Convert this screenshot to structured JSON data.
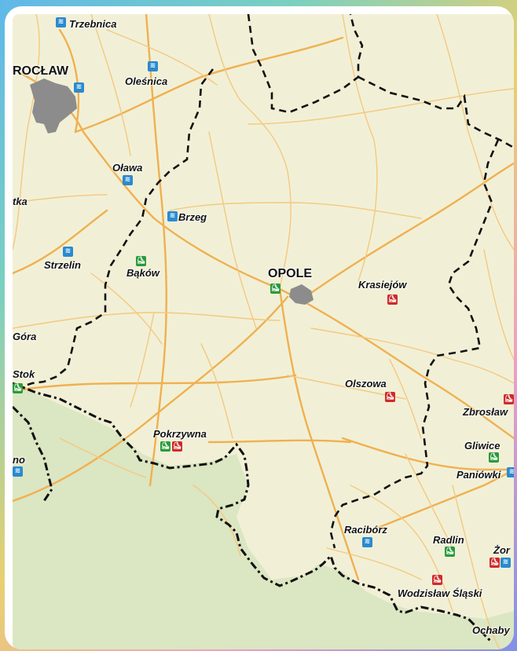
{
  "colors": {
    "land": "#f1f0d6",
    "mountain": "#dbe6c2",
    "road_major": "#f0b050",
    "road_minor": "#f5c880",
    "city_fill": "#8c8c8c",
    "border": "#111111",
    "icon_blue": "#2a8ad0",
    "icon_green": "#2a9a3a",
    "icon_red": "#d02a2a"
  },
  "places": [
    {
      "id": "trzebnica",
      "label": "Trzebnica",
      "style": "town",
      "icons": [
        "blue"
      ]
    },
    {
      "id": "wroclaw",
      "label": "ROCŁAW",
      "style": "city",
      "icons": []
    },
    {
      "id": "olesnica",
      "label": "Oleśnica",
      "style": "town",
      "icons": [
        "blue"
      ]
    },
    {
      "id": "olawa",
      "label": "Oława",
      "style": "town",
      "icons": [
        "blue"
      ]
    },
    {
      "id": "sobotka",
      "label": "tka",
      "style": "town",
      "icons": []
    },
    {
      "id": "brzeg",
      "label": "Brzeg",
      "style": "town",
      "icons": [
        "blue"
      ]
    },
    {
      "id": "strzelin",
      "label": "Strzelin",
      "style": "town",
      "icons": [
        "blue"
      ]
    },
    {
      "id": "bakow",
      "label": "Bąków",
      "style": "town",
      "icons": [
        "green"
      ]
    },
    {
      "id": "opole",
      "label": "OPOLE",
      "style": "city",
      "icons": [
        "green"
      ]
    },
    {
      "id": "krasiejow",
      "label": "Krasiejów",
      "style": "town",
      "icons": [
        "red"
      ]
    },
    {
      "id": "gora",
      "label": "Góra",
      "style": "town",
      "icons": []
    },
    {
      "id": "stok",
      "label": "Stok",
      "style": "town",
      "icons": [
        "green"
      ]
    },
    {
      "id": "olszowa",
      "label": "Olszowa",
      "style": "town",
      "icons": [
        "red"
      ]
    },
    {
      "id": "zbroslaw",
      "label": "Zbrosław",
      "style": "town",
      "icons": [
        "red"
      ]
    },
    {
      "id": "pokrzywna",
      "label": "Pokrzywna",
      "style": "town",
      "icons": [
        "green",
        "red"
      ]
    },
    {
      "id": "gliwice",
      "label": "Gliwice",
      "style": "town",
      "icons": [
        "green"
      ]
    },
    {
      "id": "paniowki",
      "label": "Paniówki",
      "style": "town",
      "icons": [
        "blue"
      ]
    },
    {
      "id": "no",
      "label": "no",
      "style": "town",
      "icons": [
        "blue"
      ]
    },
    {
      "id": "raciborz",
      "label": "Racibórz",
      "style": "town",
      "icons": [
        "blue"
      ]
    },
    {
      "id": "radlin",
      "label": "Radlin",
      "style": "town",
      "icons": [
        "green"
      ]
    },
    {
      "id": "zory",
      "label": "Żor",
      "style": "town",
      "icons": [
        "red",
        "blue"
      ]
    },
    {
      "id": "wodzislaw",
      "label": "Wodzisław Śląski",
      "style": "town",
      "icons": [
        "red"
      ]
    },
    {
      "id": "ochaby",
      "label": "Ochaby",
      "style": "town",
      "icons": []
    }
  ]
}
